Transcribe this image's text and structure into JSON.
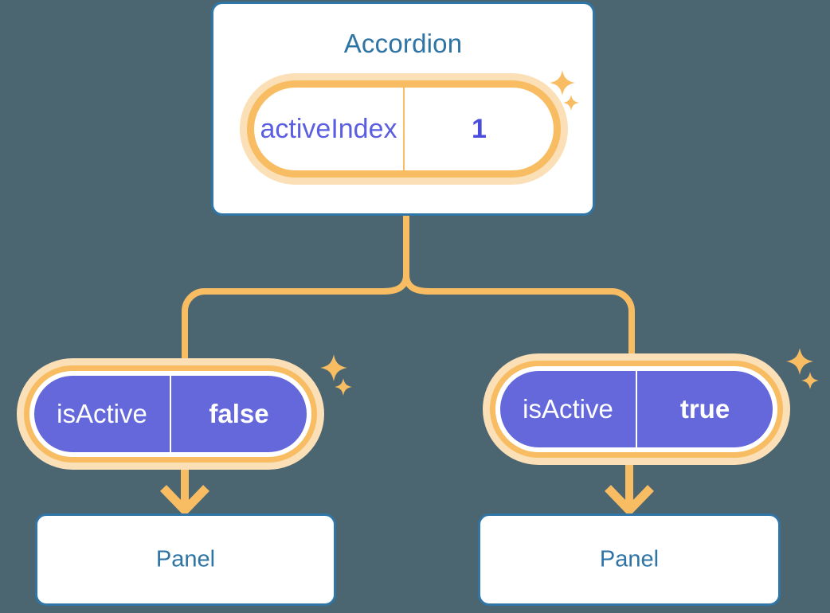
{
  "diagram": {
    "title_node": {
      "label": "Accordion",
      "state_badge": {
        "key": "activeIndex",
        "value": "1",
        "sparkle_large": "sparkle-icon",
        "sparkle_small": "sparkle-icon"
      }
    },
    "branches": [
      {
        "id": "left",
        "state_badge": {
          "key": "isActive",
          "value": "false",
          "sparkle_large": "sparkle-icon",
          "sparkle_small": "sparkle-icon"
        },
        "child": {
          "label": "Panel"
        },
        "arrow": "down-arrow-icon"
      },
      {
        "id": "right",
        "state_badge": {
          "key": "isActive",
          "value": "true",
          "sparkle_large": "sparkle-icon",
          "sparkle_small": "sparkle-icon"
        },
        "child": {
          "label": "Panel"
        },
        "arrow": "down-arrow-icon"
      }
    ]
  },
  "colors": {
    "background": "#4b6671",
    "card_border": "#2f76a6",
    "title_text": "#2e74a4",
    "accent_orange": "#f8bd63",
    "accent_orange_halo": "#fbdfb6",
    "badge_purple": "#6468db",
    "badge_key_text": "#5b5ee0",
    "badge_value_text": "#4a4ddb",
    "panel_fill": "#ffffff"
  }
}
